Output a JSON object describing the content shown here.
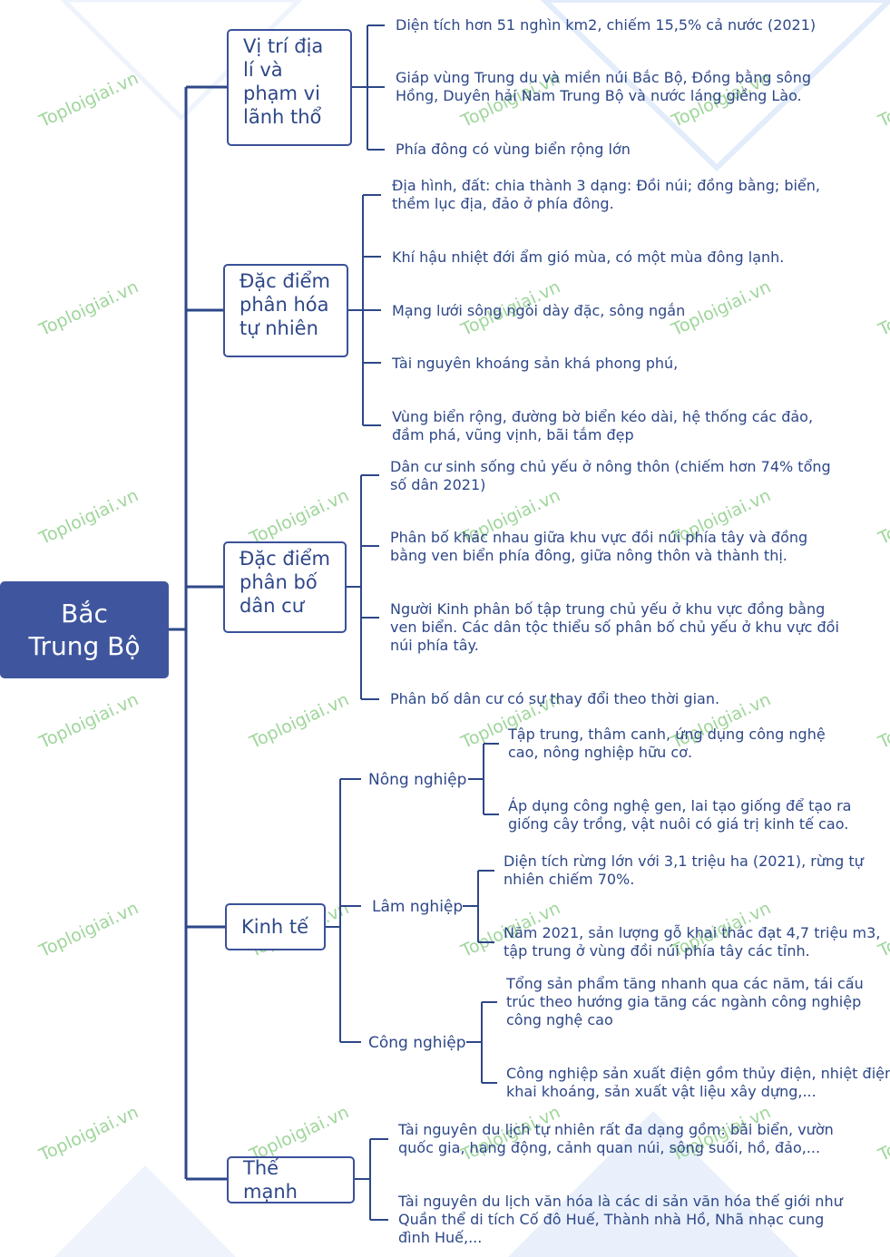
{
  "root": {
    "label_lines": [
      "Bắc",
      "Trung Bộ"
    ]
  },
  "watermark": "Toploigiai.vn",
  "colors": {
    "line": "#2d4788",
    "box_border": "#3a5199",
    "root_fill": "#3f569e",
    "text": "#2d4788",
    "watermark": "#8fd08a"
  },
  "branches": {
    "vi_tri": {
      "label_lines": [
        "Vị trí địa",
        "lí và",
        "phạm vi",
        "lãnh thổ"
      ],
      "items": [
        [
          "Diện tích hơn 51 nghìn km2, chiếm 15,5% cả nước (2021)"
        ],
        [
          "Giáp vùng Trung du và miền núi Bắc Bộ, Đồng bằng sông",
          "Hồng, Duyên hải Nam Trung Bộ và nước láng giềng Lào."
        ],
        [
          "Phía đông có vùng biển rộng lớn"
        ]
      ]
    },
    "tu_nhien": {
      "label_lines": [
        "Đặc điểm",
        "phân hóa",
        "tự nhiên"
      ],
      "items": [
        [
          "Địa hình, đất: chia thành 3 dạng: Đồi núi; đồng bằng; biển,",
          "thềm lục địa, đảo ở phía đông."
        ],
        [
          "Khí hậu nhiệt đới ẩm gió mùa, có một mùa đông lạnh."
        ],
        [
          "Mạng lưới sông ngòi dày đặc, sông ngắn"
        ],
        [
          "Tài nguyên khoáng sản khá phong phú,"
        ],
        [
          "Vùng biển rộng, đường bờ biển kéo dài, hệ thống các đảo,",
          "đầm phá, vũng vịnh, bãi tắm đẹp"
        ]
      ]
    },
    "dan_cu": {
      "label_lines": [
        "Đặc điểm",
        "phân bố",
        "dân cư"
      ],
      "items": [
        [
          "Dân cư sinh sống chủ yếu ở nông thôn (chiếm hơn 74% tổng",
          "số dân 2021)"
        ],
        [
          "Phân bố khác nhau giữa khu vực đồi núi phía tây và đồng",
          "bằng ven biển phía đông, giữa nông thôn và thành thị."
        ],
        [
          "Người Kinh phân bố tập trung chủ yếu ở khu vực đồng bằng",
          "ven biển. Các dân tộc thiểu số phân bố chủ yếu ở khu vực đồi",
          "núi phía tây."
        ],
        [
          "Phân bố dân cư có sự thay đổi theo thời gian."
        ]
      ]
    },
    "kinh_te": {
      "label_lines": [
        "Kinh tế"
      ],
      "subs": [
        {
          "label": "Nông nghiệp",
          "items": [
            [
              "Tập trung, thâm canh, ứng dụng công nghệ",
              "cao, nông nghiệp hữu cơ."
            ],
            [
              "Áp dụng công nghệ gen, lai tạo giống để tạo ra",
              "giống cây trồng, vật nuôi có giá trị kinh tế cao."
            ]
          ]
        },
        {
          "label": "Lâm nghiệp",
          "items": [
            [
              "Diện tích rừng lớn với 3,1 triệu ha (2021), rừng tự",
              "nhiên chiếm 70%."
            ],
            [
              "Năm 2021, sản lượng gỗ khai thác đạt 4,7 triệu m3,",
              "tập trung ở vùng đồi núi phía tây các tỉnh."
            ]
          ]
        },
        {
          "label": "Công nghiệp",
          "items": [
            [
              "Tổng sản phẩm tăng nhanh qua các năm, tái cấu",
              "trúc theo hướng gia tăng các ngành công nghiệp",
              "công nghệ cao"
            ],
            [
              "Công nghiệp sản xuất điện gồm thủy điện, nhiệt điện,",
              "khai khoáng, sản xuất vật liệu xây dựng,..."
            ]
          ]
        }
      ]
    },
    "the_manh": {
      "label_lines": [
        "Thế mạnh"
      ],
      "items": [
        [
          "Tài nguyên du lịch tự nhiên rất đa dạng gồm: bãi biển, vườn",
          "quốc gia, hang động, cảnh quan núi, sông suối, hồ, đảo,..."
        ],
        [
          "Tài nguyên du lịch văn hóa là các di sản văn hóa thế giới như",
          "Quần thể di tích Cố đô Huế, Thành nhà Hồ, Nhã nhạc cung",
          "đình Huế,..."
        ]
      ]
    }
  }
}
